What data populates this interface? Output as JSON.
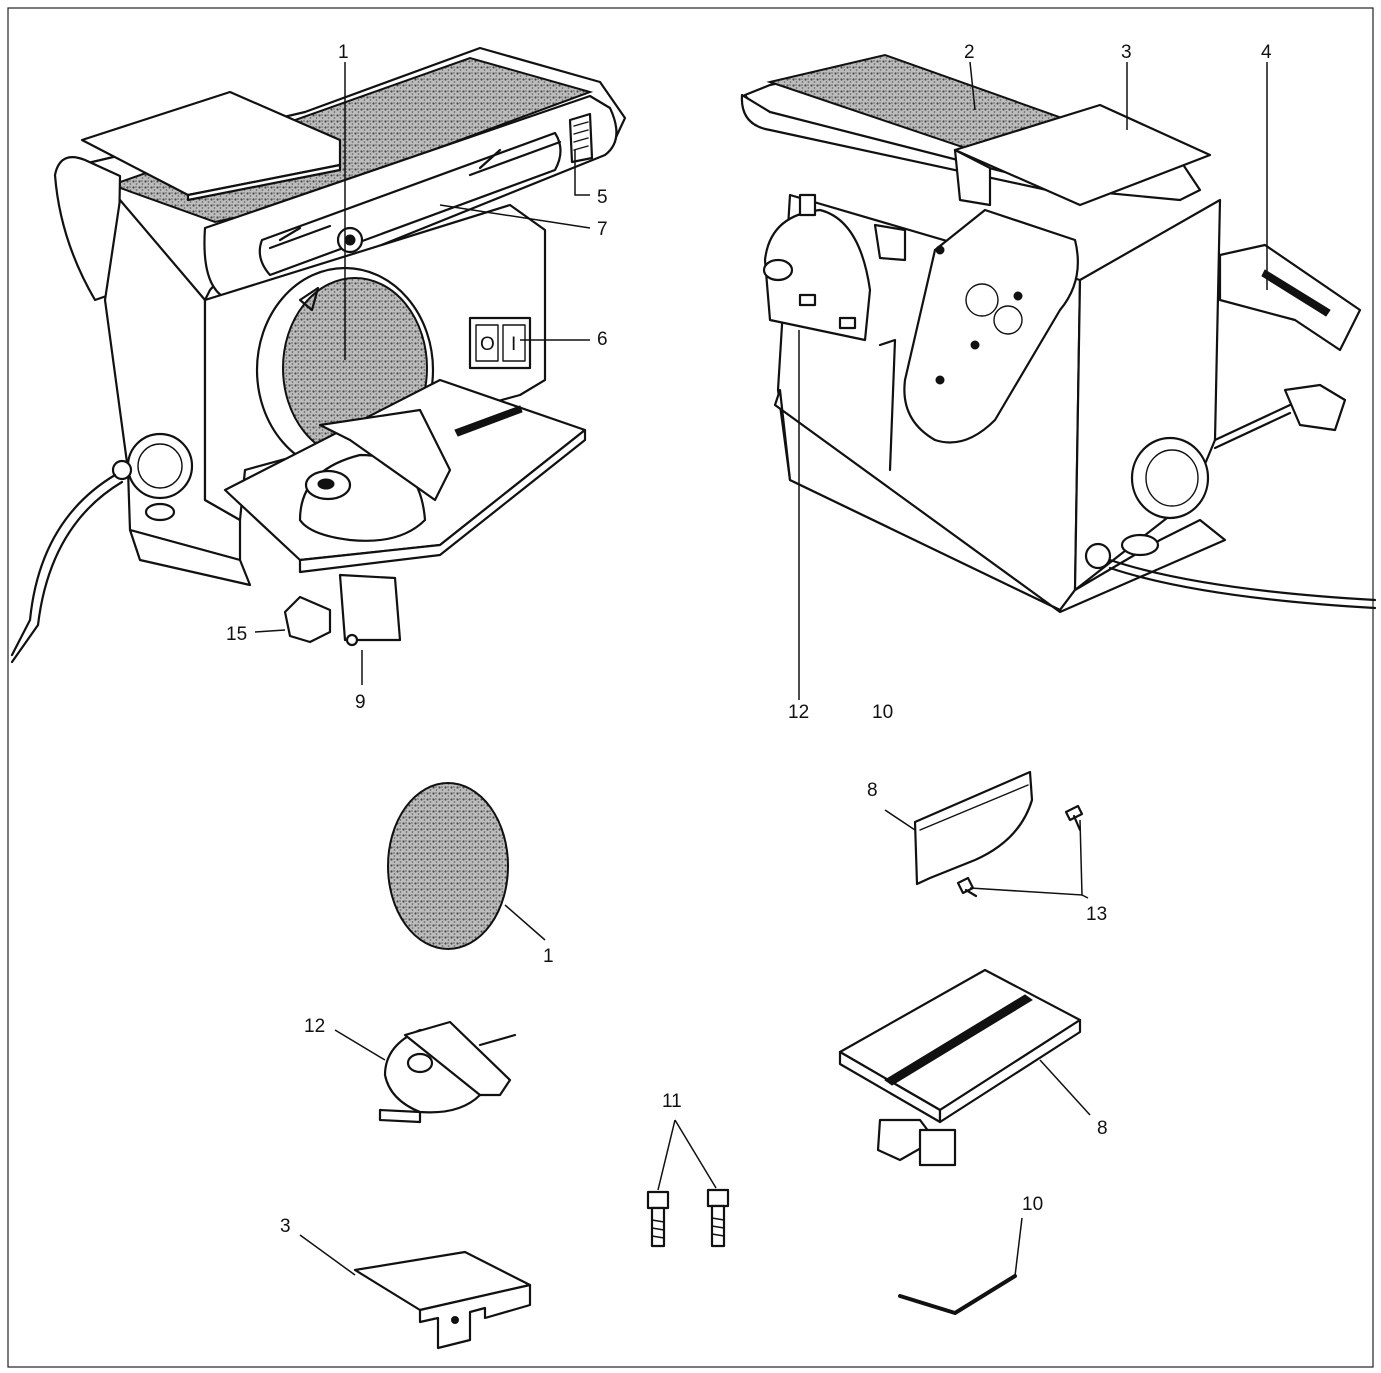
{
  "callouts": {
    "c1_top": "1",
    "c2": "2",
    "c3_top": "3",
    "c4": "4",
    "c5": "5",
    "c6": "6",
    "c7": "7",
    "c9": "9",
    "c10_top": "10",
    "c12_top": "12",
    "c15": "15",
    "c8_guard": "8",
    "c13": "13",
    "c1_disc": "1",
    "c12_miter": "12",
    "c11": "11",
    "c8_table": "8",
    "c3_plate": "3",
    "c10_key": "10"
  },
  "switch": {
    "off": "O",
    "on": "I"
  },
  "colors": {
    "ink": "#111111",
    "paper": "#ffffff"
  }
}
